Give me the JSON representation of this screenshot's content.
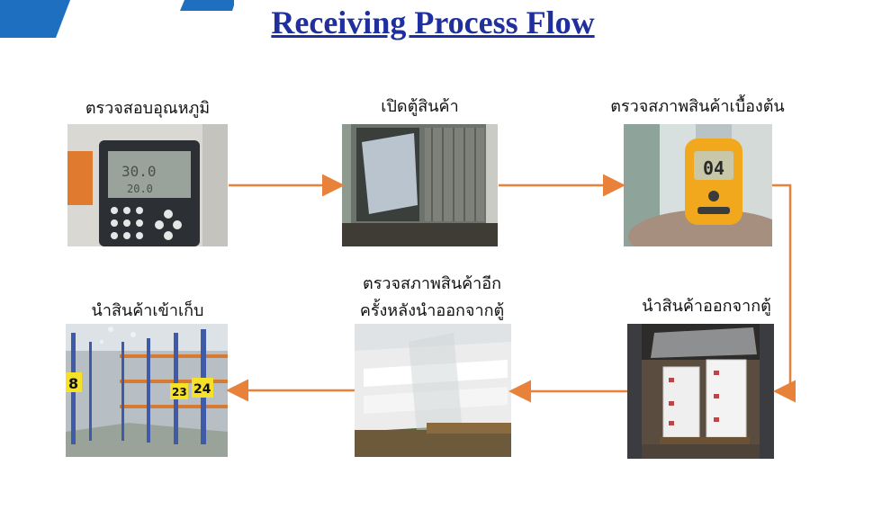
{
  "title": "Receiving Process Flow",
  "steps": [
    {
      "label": "ตรวจสอบอุณหภูมิ",
      "photo": "temperature-controller-photo"
    },
    {
      "label": "เปิดตู้สินค้า",
      "photo": "container-open-photo"
    },
    {
      "label": "ตรวจสภาพสินค้าเบื้องต้น",
      "photo": "infrared-thermometer-photo"
    },
    {
      "label": "นำสินค้าออกจากตู้",
      "photo": "pallets-in-container-photo"
    },
    {
      "label_line1": "ตรวจสภาพสินค้าอีก",
      "label_line2": "ครั้งหลังนำออกจากตู้",
      "photo": "wrapped-pallet-photo"
    },
    {
      "label": "นำสินค้าเข้าเก็บ",
      "photo": "warehouse-racks-photo"
    }
  ],
  "thermometer_reading": "04",
  "rack_numbers": [
    "8",
    "23",
    "24"
  ],
  "colors": {
    "title": "#1f2f9e",
    "arrow": "#e8823a",
    "accent": "#1f6fc0"
  }
}
